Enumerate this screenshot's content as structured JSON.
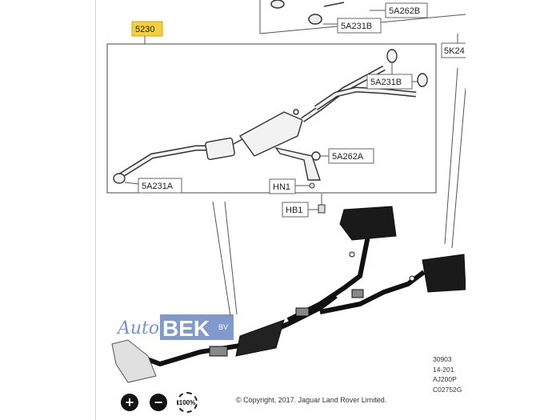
{
  "diagram": {
    "group_label": "5230",
    "part_refs": {
      "top_5a262b": "5A262B",
      "top_5a231b": "5A231B",
      "side_5k24": "5K24",
      "box_5a231b": "5A231B",
      "box_5a262a": "5A262A",
      "box_5a231a": "5A231A",
      "hn1": "HN1",
      "hb1": "HB1"
    },
    "copyright": "© Copyright, 2017. Jaguar Land Rover Limited.",
    "doc_refs": [
      "30903",
      "14-201",
      "AJ200P",
      "C02752G"
    ]
  },
  "watermark": {
    "brand_script": "Auto",
    "brand_main": "BEK",
    "brand_suffix": "BV"
  },
  "controls": {
    "zoom_reset_label": "100%"
  },
  "colors": {
    "highlight": "#f5d03a",
    "watermark_blue": "#4a6fb5"
  }
}
